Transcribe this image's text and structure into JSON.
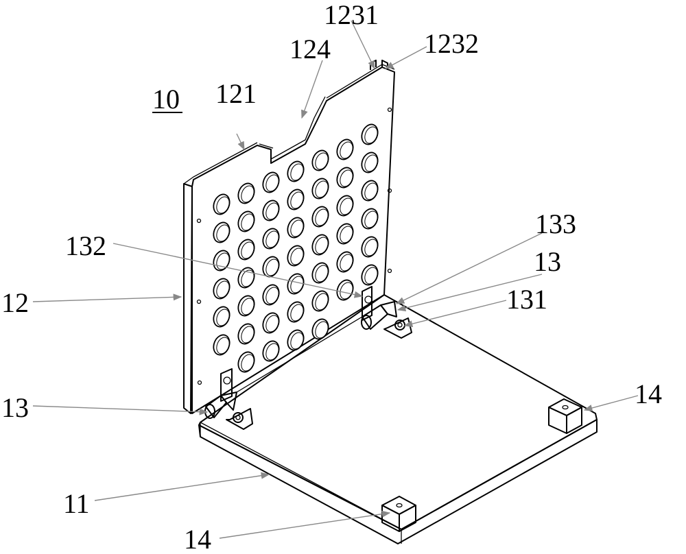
{
  "figure_title": "10",
  "labels": {
    "base_plate": "11",
    "back_plate": "12",
    "top_edge": "121",
    "notch": "124",
    "slot_left": "1231",
    "slot_right": "1232",
    "hinge_left": "13",
    "hinge_right": "13",
    "hinge_screw": "131",
    "hinge_pin": "132",
    "hinge_barrel": "133",
    "foot_right": "14",
    "foot_front": "14"
  }
}
